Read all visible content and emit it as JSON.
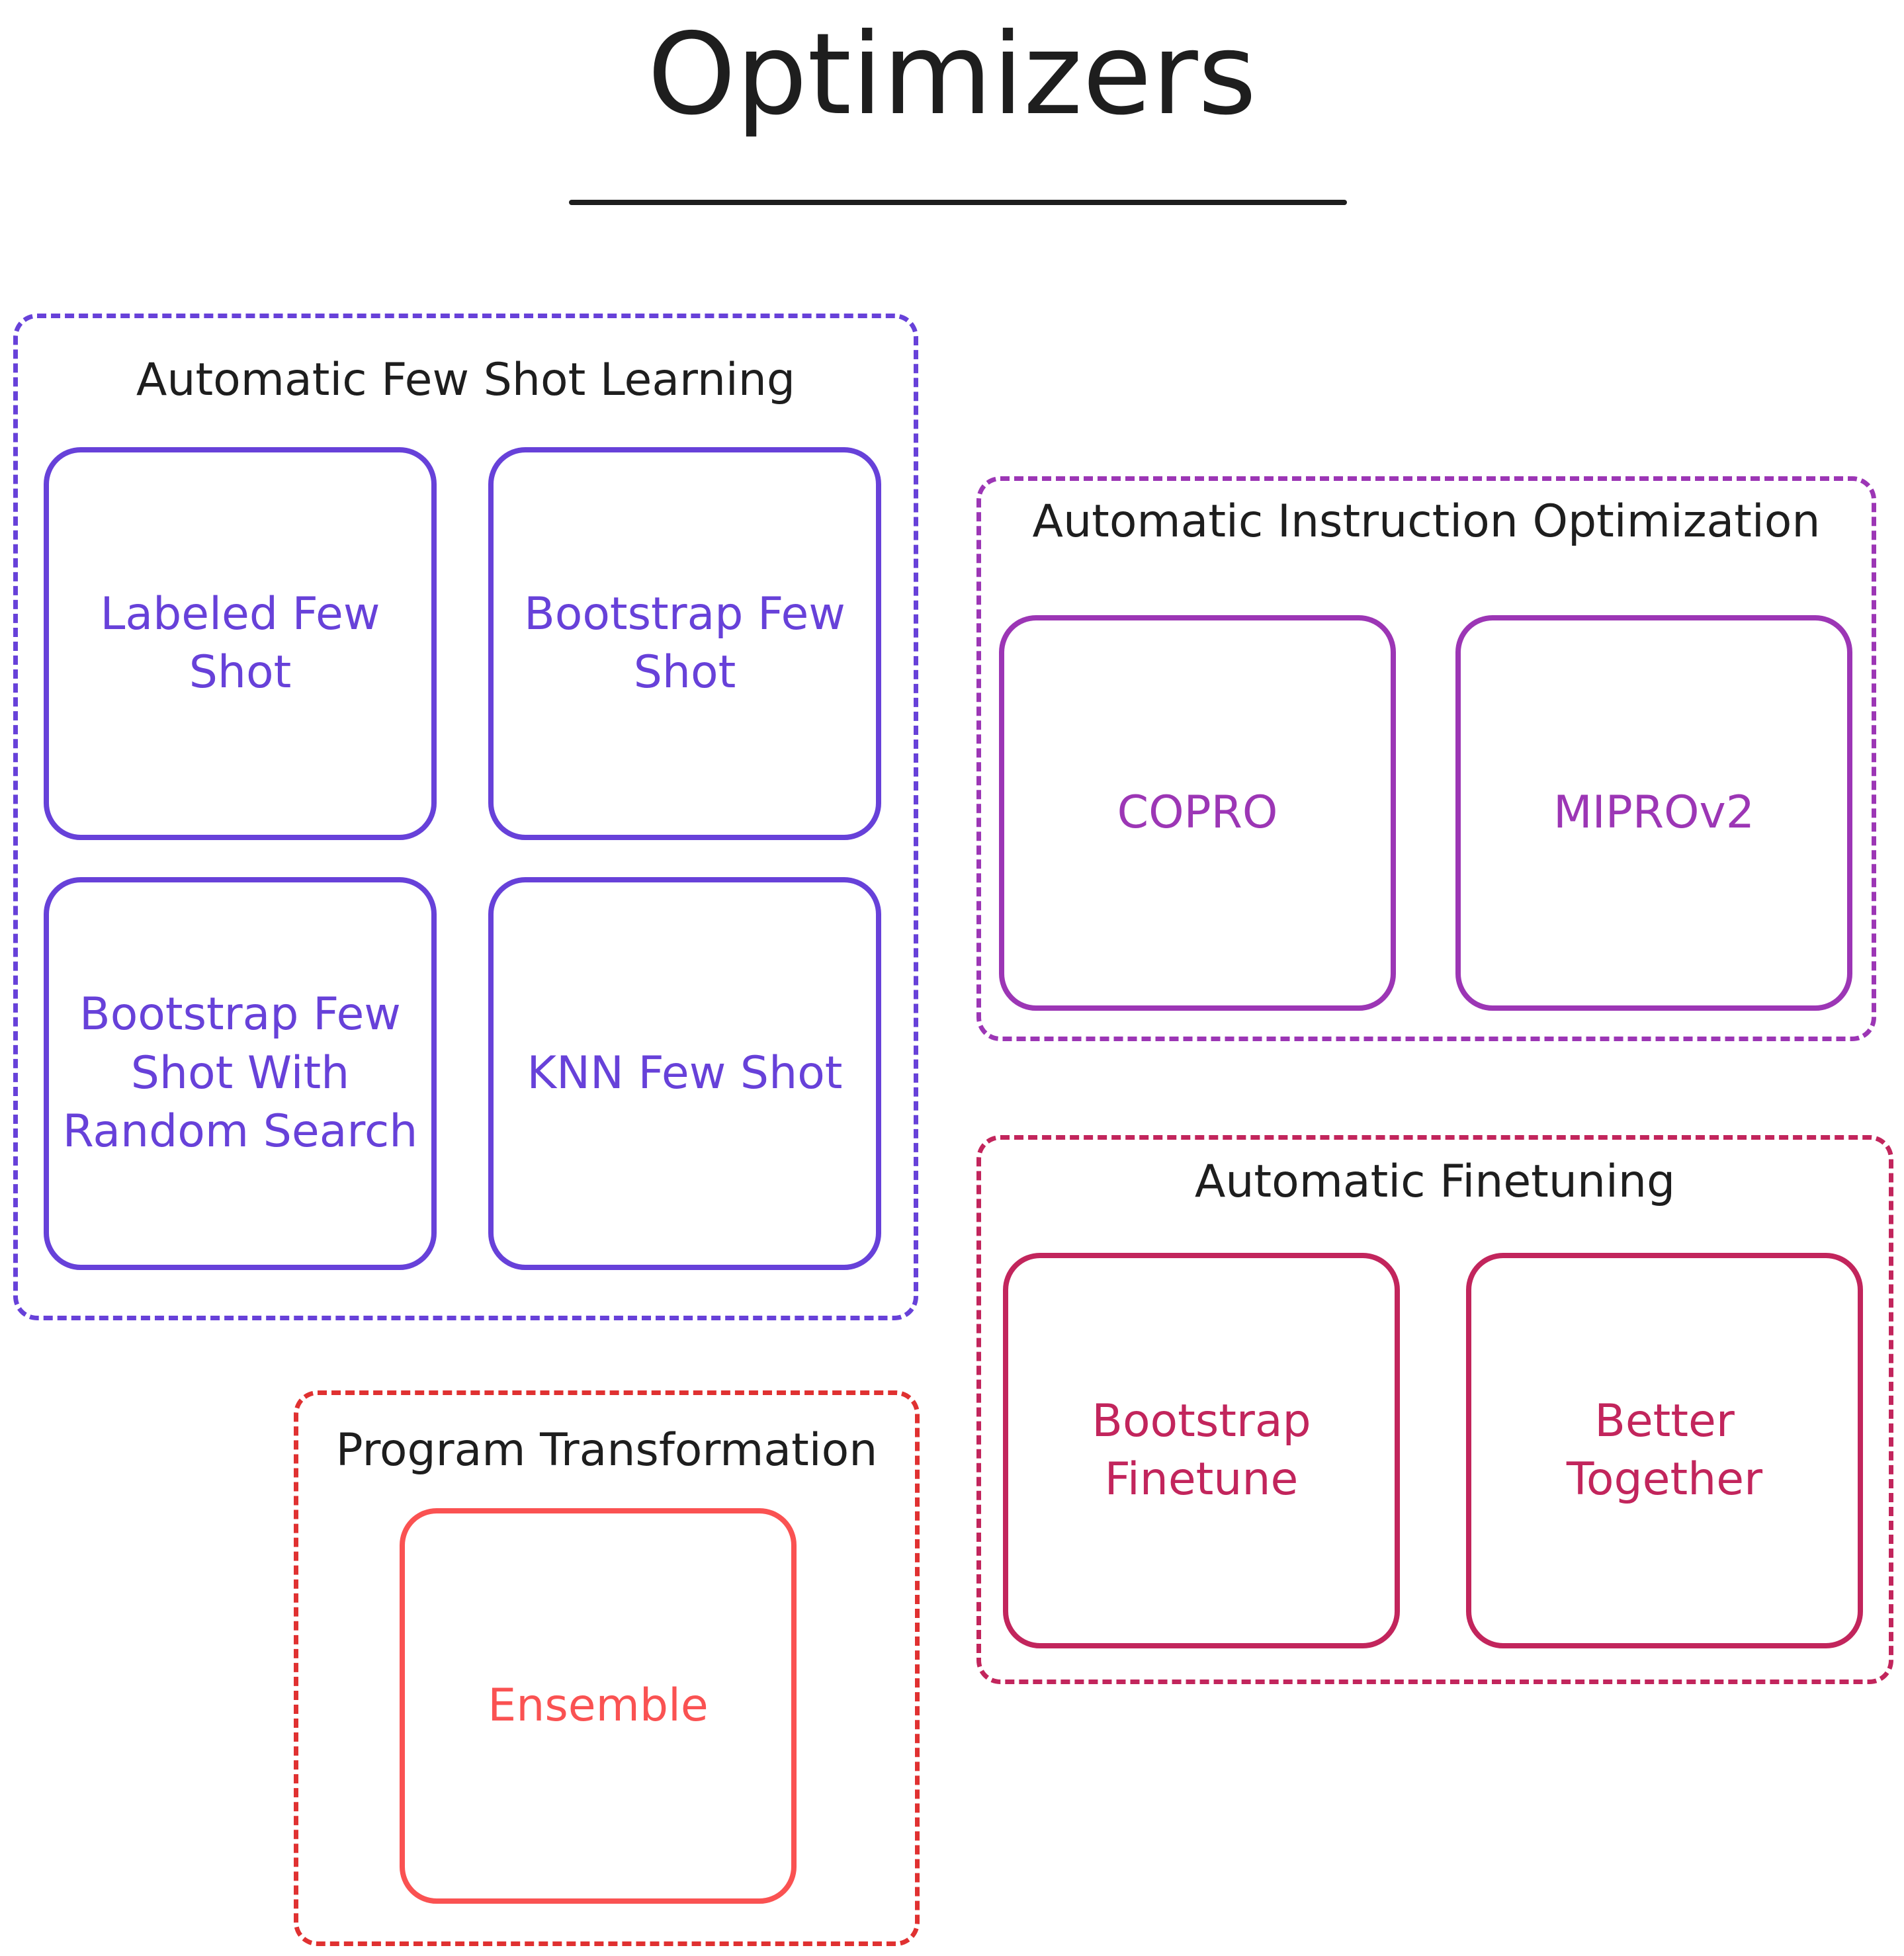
{
  "title": "Optimizers",
  "groups": {
    "few_shot": {
      "label": "Automatic Few Shot Learning",
      "color": "#6741d9",
      "items": [
        "Labeled Few\nShot",
        "Bootstrap Few\nShot",
        "Bootstrap Few\nShot With\nRandom Search",
        "KNN Few Shot"
      ]
    },
    "instruction": {
      "label": "Automatic Instruction Optimization",
      "color": "#9c36b5",
      "items": [
        "COPRO",
        "MIPROv2"
      ]
    },
    "finetuning": {
      "label": "Automatic Finetuning",
      "color": "#c2255c",
      "items": [
        "Bootstrap\nFinetune",
        "Better\nTogether"
      ]
    },
    "transformation": {
      "label": "Program Transformation",
      "color": "#e03131",
      "items": [
        "Ensemble"
      ]
    }
  }
}
